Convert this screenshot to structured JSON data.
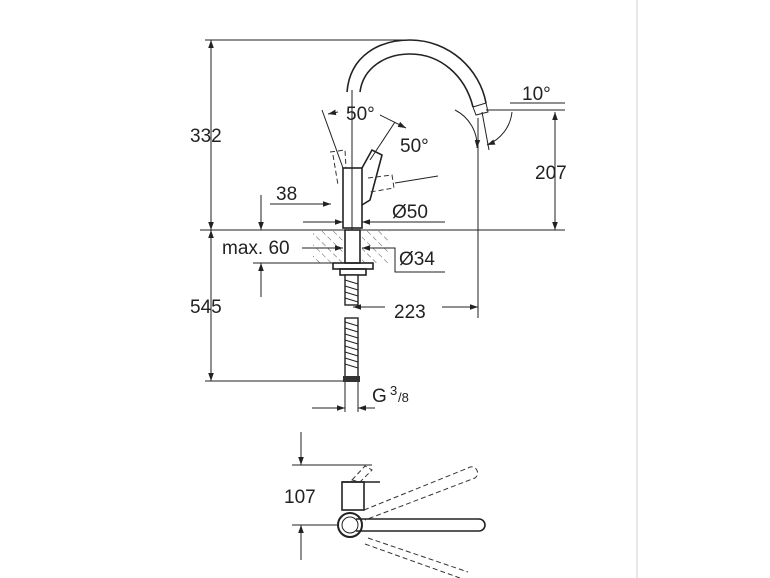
{
  "drawing": {
    "dimensions": {
      "height_above_deck": "332",
      "height_below_deck": "545",
      "spout_height": "207",
      "spout_reach": "223",
      "spout_angle": "10°",
      "lever_angle_left": "50°",
      "lever_angle_right": "50°",
      "lever_offset": "38",
      "body_diameter": "Ø50",
      "max_deck_thickness": "max. 60",
      "hole_diameter": "Ø34",
      "connection_prefix": "G",
      "connection_num": "3",
      "connection_den": "/8",
      "lever_height": "107"
    },
    "colors": {
      "line": "#222222",
      "border": "#d0d0d0"
    }
  }
}
